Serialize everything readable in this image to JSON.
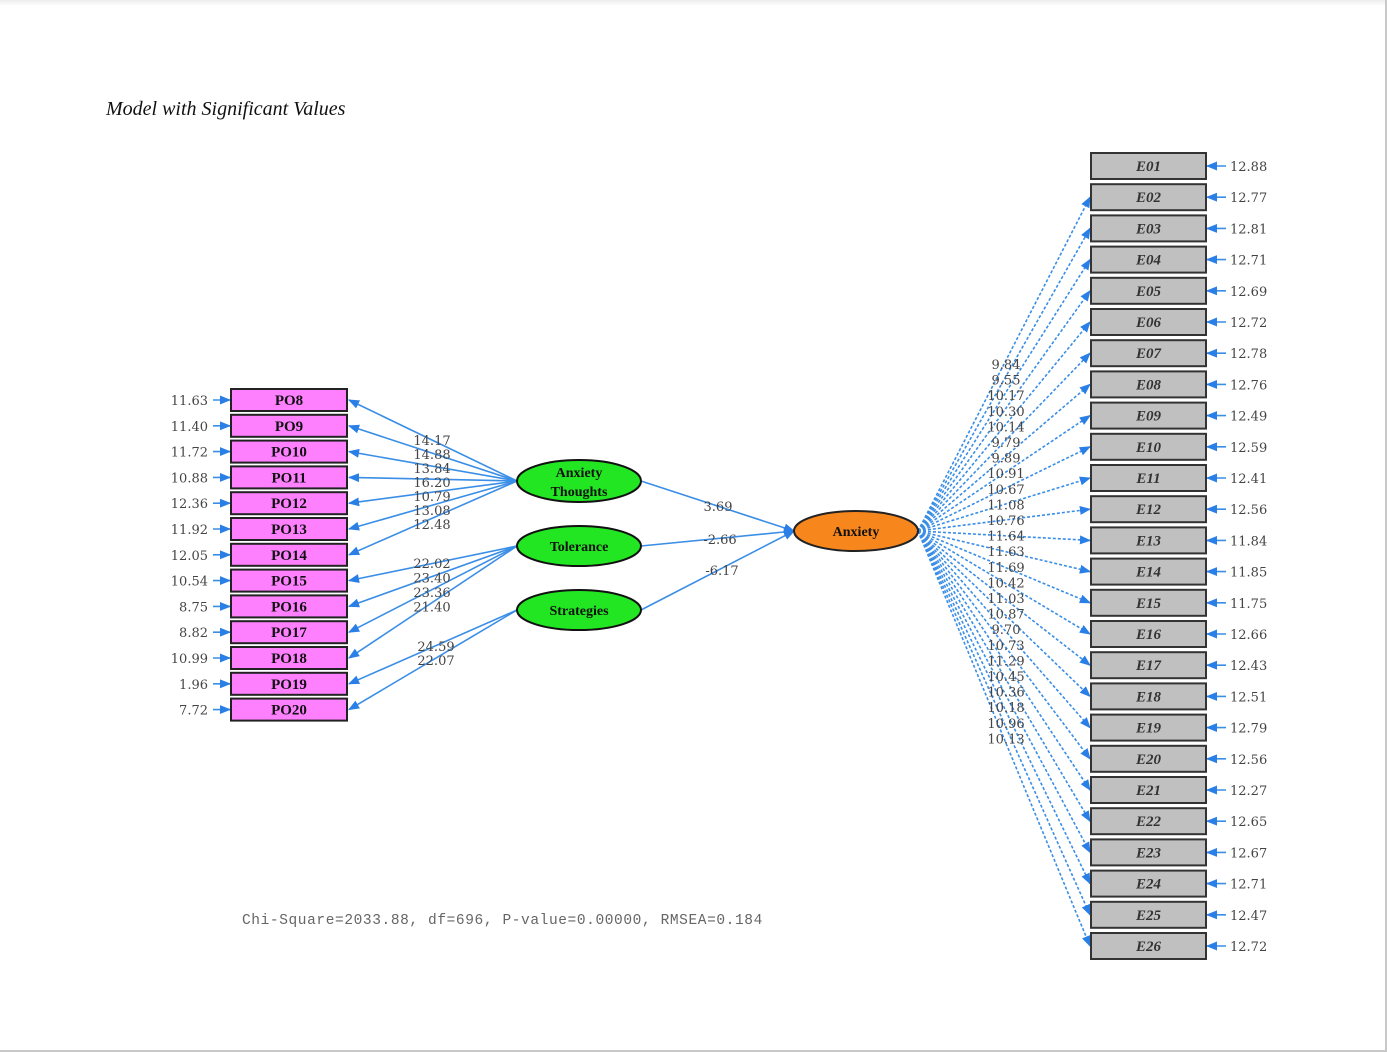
{
  "caption": "Model with Significant Values",
  "fit_statistics": "Chi-Square=2033.88, df=696, P-value=0.00000, RMSEA=0.184",
  "colors": {
    "indicator_po_fill": "#ff80ff",
    "indicator_e_fill": "#c0c0c0",
    "exogenous_latent_fill": "#22e622",
    "endogenous_latent_fill": "#f7861c",
    "path_color": "#3a8ee6"
  },
  "exogenous_latents": [
    {
      "id": "AT",
      "label_lines": [
        "Anxiety",
        "Thoughts"
      ]
    },
    {
      "id": "TOL",
      "label_lines": [
        "Tolerance"
      ]
    },
    {
      "id": "STR",
      "label_lines": [
        "Strategies"
      ]
    }
  ],
  "endogenous_latent": {
    "id": "ANX",
    "label": "Anxiety"
  },
  "structural_paths": [
    {
      "from": "AT",
      "to": "ANX",
      "value": "3.69"
    },
    {
      "from": "TOL",
      "to": "ANX",
      "value": "-2.66"
    },
    {
      "from": "STR",
      "to": "ANX",
      "value": "-6.17"
    }
  ],
  "po_indicators": [
    {
      "label": "PO8",
      "error": "11.63",
      "factor": "AT",
      "loading": "14.17"
    },
    {
      "label": "PO9",
      "error": "11.40",
      "factor": "AT",
      "loading": "14.88"
    },
    {
      "label": "PO10",
      "error": "11.72",
      "factor": "AT",
      "loading": "13.84"
    },
    {
      "label": "PO11",
      "error": "10.88",
      "factor": "AT",
      "loading": "16.20"
    },
    {
      "label": "PO12",
      "error": "12.36",
      "factor": "AT",
      "loading": "10.79"
    },
    {
      "label": "PO13",
      "error": "11.92",
      "factor": "AT",
      "loading": "13.08"
    },
    {
      "label": "PO14",
      "error": "12.05",
      "factor": "AT",
      "loading": "12.48"
    },
    {
      "label": "PO15",
      "error": "10.54",
      "factor": "TOL",
      "loading": "22.02"
    },
    {
      "label": "PO16",
      "error": "8.75",
      "factor": "TOL",
      "loading": "23.40"
    },
    {
      "label": "PO17",
      "error": "8.82",
      "factor": "TOL",
      "loading": "23.36"
    },
    {
      "label": "PO18",
      "error": "10.99",
      "factor": "TOL",
      "loading": "21.40"
    },
    {
      "label": "PO19",
      "error": "1.96",
      "factor": "STR",
      "loading": "24.59"
    },
    {
      "label": "PO20",
      "error": "7.72",
      "factor": "STR",
      "loading": "22.07"
    }
  ],
  "e_indicators": [
    {
      "label": "E01",
      "error": "12.88",
      "loading": null
    },
    {
      "label": "E02",
      "error": "12.77",
      "loading": "9.84"
    },
    {
      "label": "E03",
      "error": "12.81",
      "loading": "9.55"
    },
    {
      "label": "E04",
      "error": "12.71",
      "loading": "10.17"
    },
    {
      "label": "E05",
      "error": "12.69",
      "loading": "10.30"
    },
    {
      "label": "E06",
      "error": "12.72",
      "loading": "10.14"
    },
    {
      "label": "E07",
      "error": "12.78",
      "loading": "9.79"
    },
    {
      "label": "E08",
      "error": "12.76",
      "loading": "9.89"
    },
    {
      "label": "E09",
      "error": "12.49",
      "loading": "10.91"
    },
    {
      "label": "E10",
      "error": "12.59",
      "loading": "10.67"
    },
    {
      "label": "E11",
      "error": "12.41",
      "loading": "11.08"
    },
    {
      "label": "E12",
      "error": "12.56",
      "loading": "10.76"
    },
    {
      "label": "E13",
      "error": "11.84",
      "loading": "11.64"
    },
    {
      "label": "E14",
      "error": "11.85",
      "loading": "11.63"
    },
    {
      "label": "E15",
      "error": "11.75",
      "loading": "11.69"
    },
    {
      "label": "E16",
      "error": "12.66",
      "loading": "10.42"
    },
    {
      "label": "E17",
      "error": "12.43",
      "loading": "11.03"
    },
    {
      "label": "E18",
      "error": "12.51",
      "loading": "10.87"
    },
    {
      "label": "E19",
      "error": "12.79",
      "loading": "9.70"
    },
    {
      "label": "E20",
      "error": "12.56",
      "loading": "10.73"
    },
    {
      "label": "E21",
      "error": "12.27",
      "loading": "11.29"
    },
    {
      "label": "E22",
      "error": "12.65",
      "loading": "10.45"
    },
    {
      "label": "E23",
      "error": "12.67",
      "loading": "10.36"
    },
    {
      "label": "E24",
      "error": "12.71",
      "loading": "10.18"
    },
    {
      "label": "E25",
      "error": "12.47",
      "loading": "10.96"
    },
    {
      "label": "E26",
      "error": "12.72",
      "loading": "10.13"
    }
  ]
}
